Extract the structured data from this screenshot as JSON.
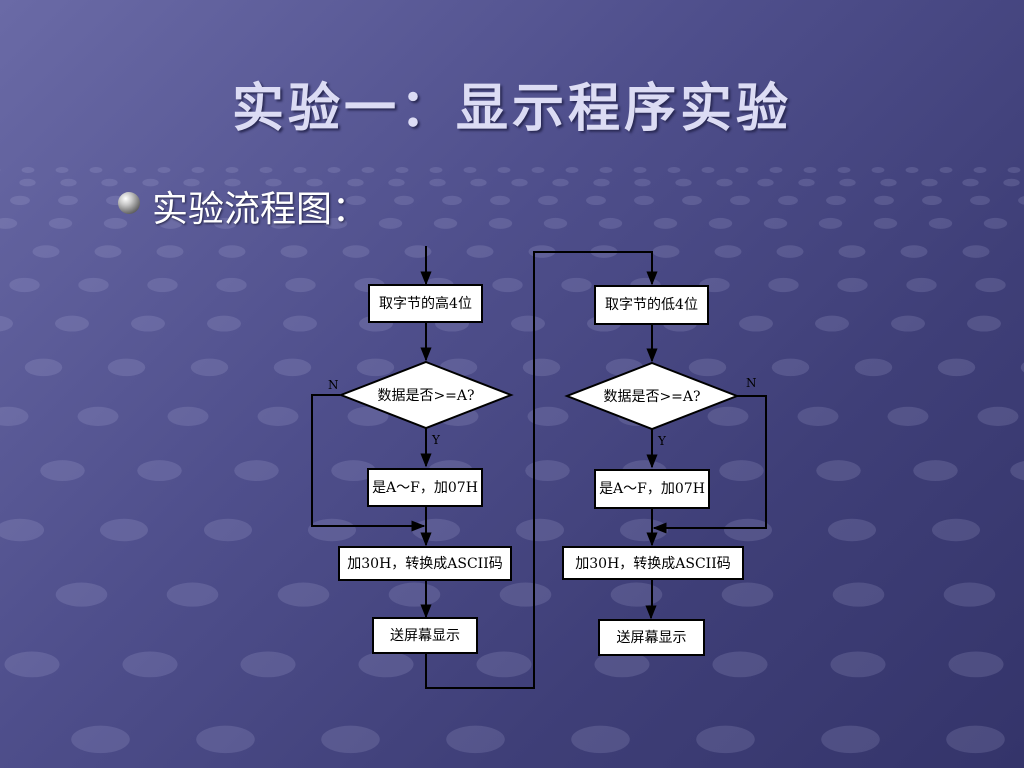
{
  "title": "实验一：显示程序实验",
  "bullet": {
    "text": "实验流程图："
  },
  "diagram": {
    "left": {
      "step1": "取字节的高4位",
      "decision": "数据是否>=A?",
      "yes_label": "Y",
      "no_label": "N",
      "step2": "是A～F，加07H",
      "step3": "加30H，转换成ASCII码",
      "step4": "送屏幕显示"
    },
    "right": {
      "step1": "取字节的低4位",
      "decision": "数据是否>=A?",
      "yes_label": "Y",
      "no_label": "N",
      "step2": "是A～F，加07H",
      "step3": "加30H，转换成ASCII码",
      "step4": "送屏幕显示"
    }
  }
}
